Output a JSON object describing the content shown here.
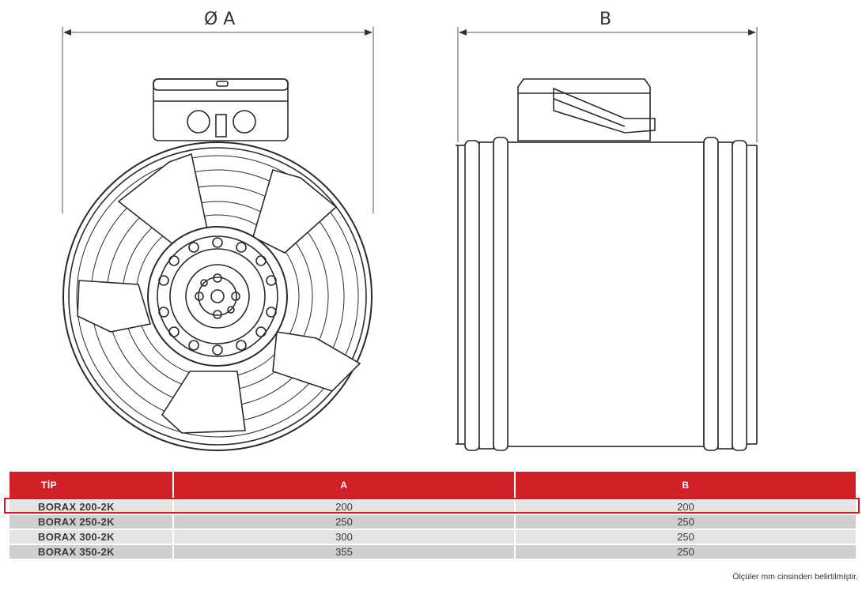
{
  "dimensions": {
    "a_label": "Ø A",
    "b_label": "B"
  },
  "table": {
    "headers": [
      "TİP",
      "A",
      "B"
    ],
    "rows": [
      {
        "tip": "BORAX 200-2K",
        "a": "200",
        "b": "200",
        "highlighted": true
      },
      {
        "tip": "BORAX 250-2K",
        "a": "250",
        "b": "250"
      },
      {
        "tip": "BORAX 300-2K",
        "a": "300",
        "b": "250"
      },
      {
        "tip": "BORAX 350-2K",
        "a": "355",
        "b": "250"
      }
    ]
  },
  "footnote": "Ölçüler mm cinsinden belirtilmiştir.",
  "colors": {
    "header_bg": "#d12027",
    "highlight_border": "#e0161d",
    "line": "#2a2a2a"
  }
}
